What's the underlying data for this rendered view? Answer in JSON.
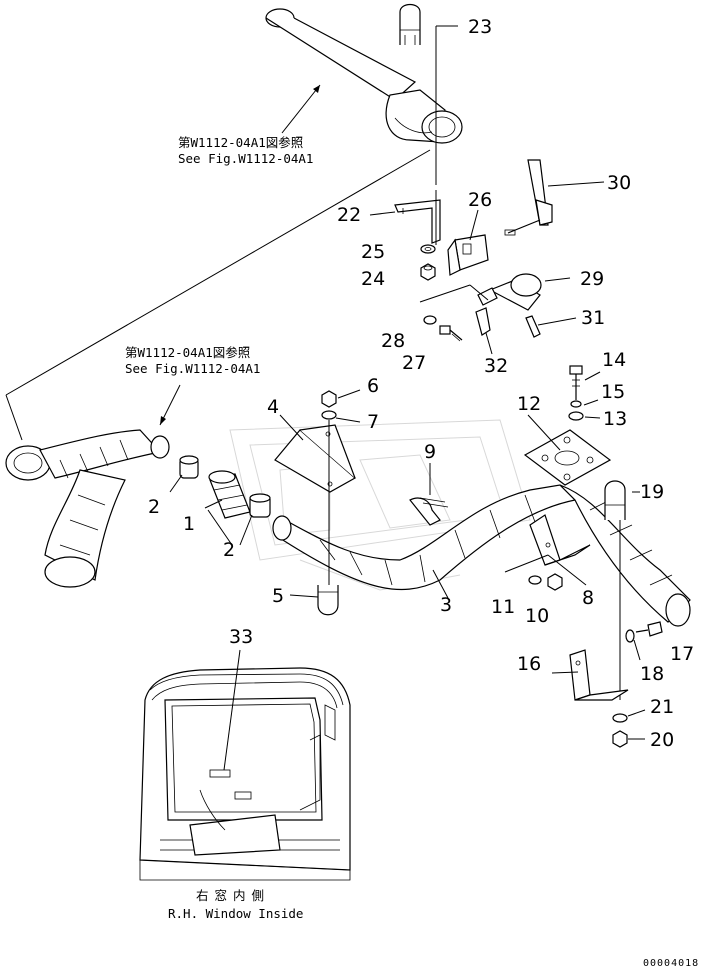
{
  "references": [
    {
      "jp": "第W1112-04A1図参照",
      "en": "See Fig.W1112-04A1"
    },
    {
      "jp": "第W1112-04A1図参照",
      "en": "See Fig.W1112-04A1"
    }
  ],
  "caption": {
    "jp": "右窓内側",
    "en": "R.H. Window Inside"
  },
  "part_numbers": [
    "1",
    "2",
    "2",
    "3",
    "4",
    "5",
    "6",
    "7",
    "8",
    "9",
    "10",
    "11",
    "12",
    "13",
    "14",
    "15",
    "16",
    "17",
    "18",
    "19",
    "20",
    "21",
    "22",
    "23",
    "24",
    "25",
    "26",
    "27",
    "28",
    "29",
    "30",
    "31",
    "32",
    "33"
  ],
  "document_id": "00004018"
}
